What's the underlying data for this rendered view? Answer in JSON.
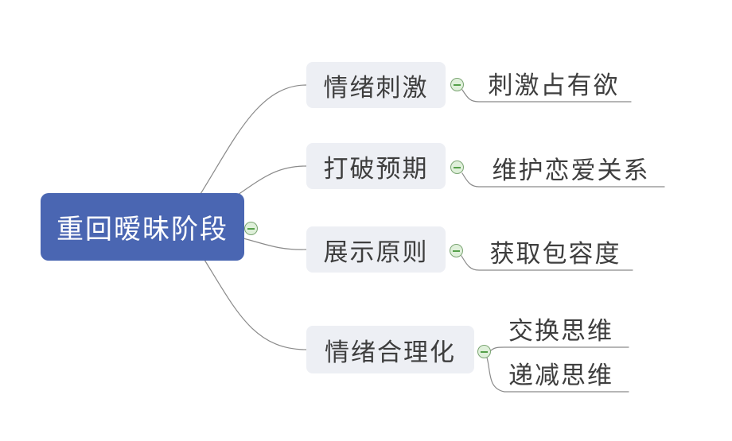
{
  "mindmap": {
    "root": {
      "label": "重回暧昧阶段"
    },
    "branches": [
      {
        "label": "情绪刺激",
        "children": [
          {
            "label": "刺激占有欲"
          }
        ]
      },
      {
        "label": "打破预期",
        "children": [
          {
            "label": "维护恋爱关系"
          }
        ]
      },
      {
        "label": "展示原则",
        "children": [
          {
            "label": "获取包容度"
          }
        ]
      },
      {
        "label": "情绪合理化",
        "children": [
          {
            "label": "交换思维"
          },
          {
            "label": "递减思维"
          }
        ]
      }
    ]
  },
  "colors": {
    "canvas_bg": "#ffffff",
    "root_bg": "#4a66b2",
    "root_text": "#ffffff",
    "branch_bg": "#edeff4",
    "branch_text": "#3e3e3e",
    "line_color": "#8a8a8a",
    "collapse_fill": "#dff0da",
    "collapse_border": "#7ba573",
    "collapse_minus": "#55a04a"
  }
}
